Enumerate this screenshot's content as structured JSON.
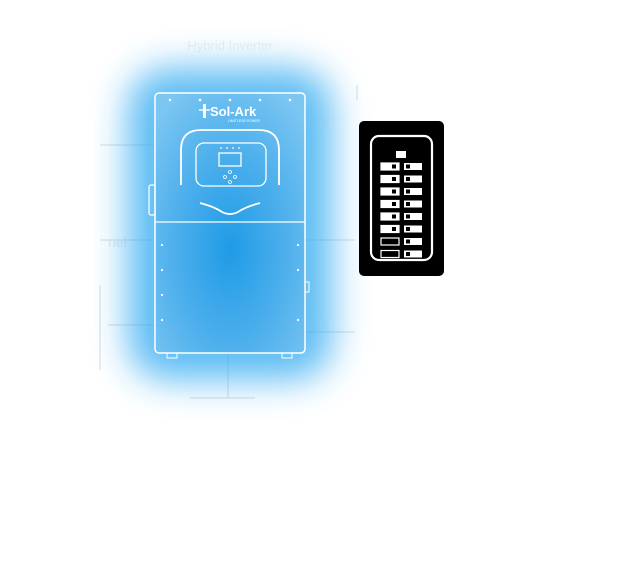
{
  "colors": {
    "background": "#ffffff",
    "glow": "#1aa3f0",
    "inverter_body": "#62b7ec",
    "outline": "#ffffff",
    "panel_bg": "#000000",
    "wire": "#e2e6ea"
  },
  "inverter": {
    "brand": "Sol-Ark",
    "brand_tagline": "LIMITLESS POWER",
    "screen_icon": "display-screen-icon",
    "logo_icon": "sol-ark-logo-icon"
  },
  "labels": {
    "top_faint": "Hybrid Inverter",
    "left_faint": "nel"
  },
  "breaker_panel": {
    "icon": "breaker-panel-icon",
    "rows": 8
  }
}
